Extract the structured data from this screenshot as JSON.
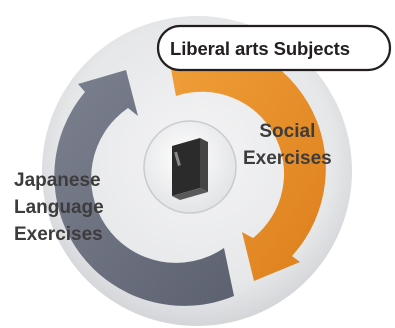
{
  "diagram": {
    "callout_label": "Liberal arts Subjects",
    "right_segment": {
      "line1": "Social",
      "line2": "Exercises"
    },
    "left_segment": {
      "line1": "Japanese",
      "line2": "Language",
      "line3": "Exercises"
    },
    "center_icon": "book-icon",
    "colors": {
      "orange_segment": "#e8912a",
      "gray_segment": "#6e7483",
      "outer_ring": "#e4e5e7",
      "hub": "#ffffff",
      "book": "#2b2b2b"
    }
  }
}
